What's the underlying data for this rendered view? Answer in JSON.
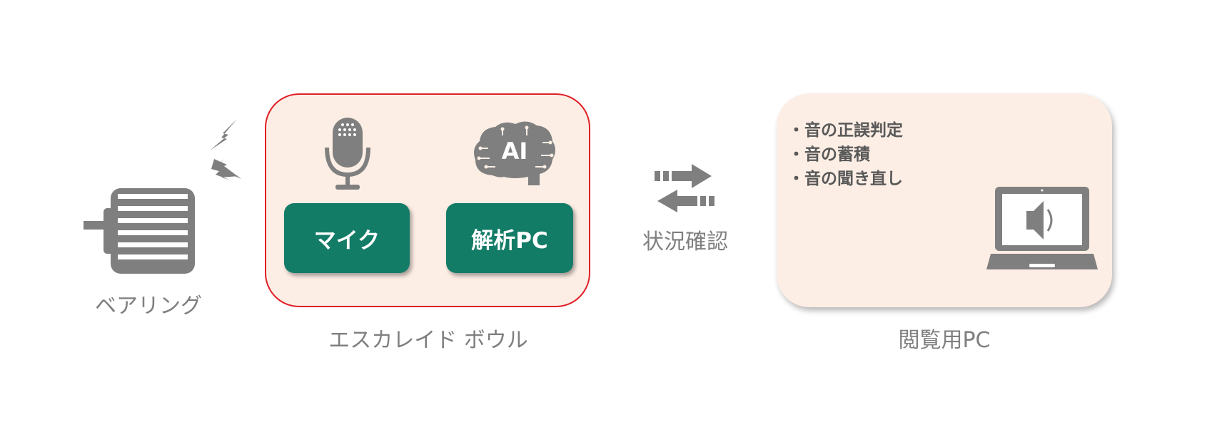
{
  "nodes": {
    "bearing": {
      "label": "ベアリング"
    },
    "escalade_bowl": {
      "label": "エスカレイド ボウル",
      "mic_label": "マイク",
      "pc_label": "解析PC",
      "ai_badge": "AI"
    },
    "connection": {
      "label": "状況確認"
    },
    "viewer_pc": {
      "label": "閲覧用PC",
      "features": [
        "音の正誤判定",
        "音の蓄積",
        "音の聞き直し"
      ]
    }
  },
  "colors": {
    "icon_gray": "#7f7f7f",
    "box_fill": "#fdeee5",
    "box_border": "#e01f26",
    "button_green": "#137c67"
  },
  "icons": [
    "motor-icon",
    "sound-wave-icon",
    "microphone-icon",
    "ai-brain-icon",
    "bidirectional-arrows-icon",
    "laptop-speaker-icon"
  ]
}
